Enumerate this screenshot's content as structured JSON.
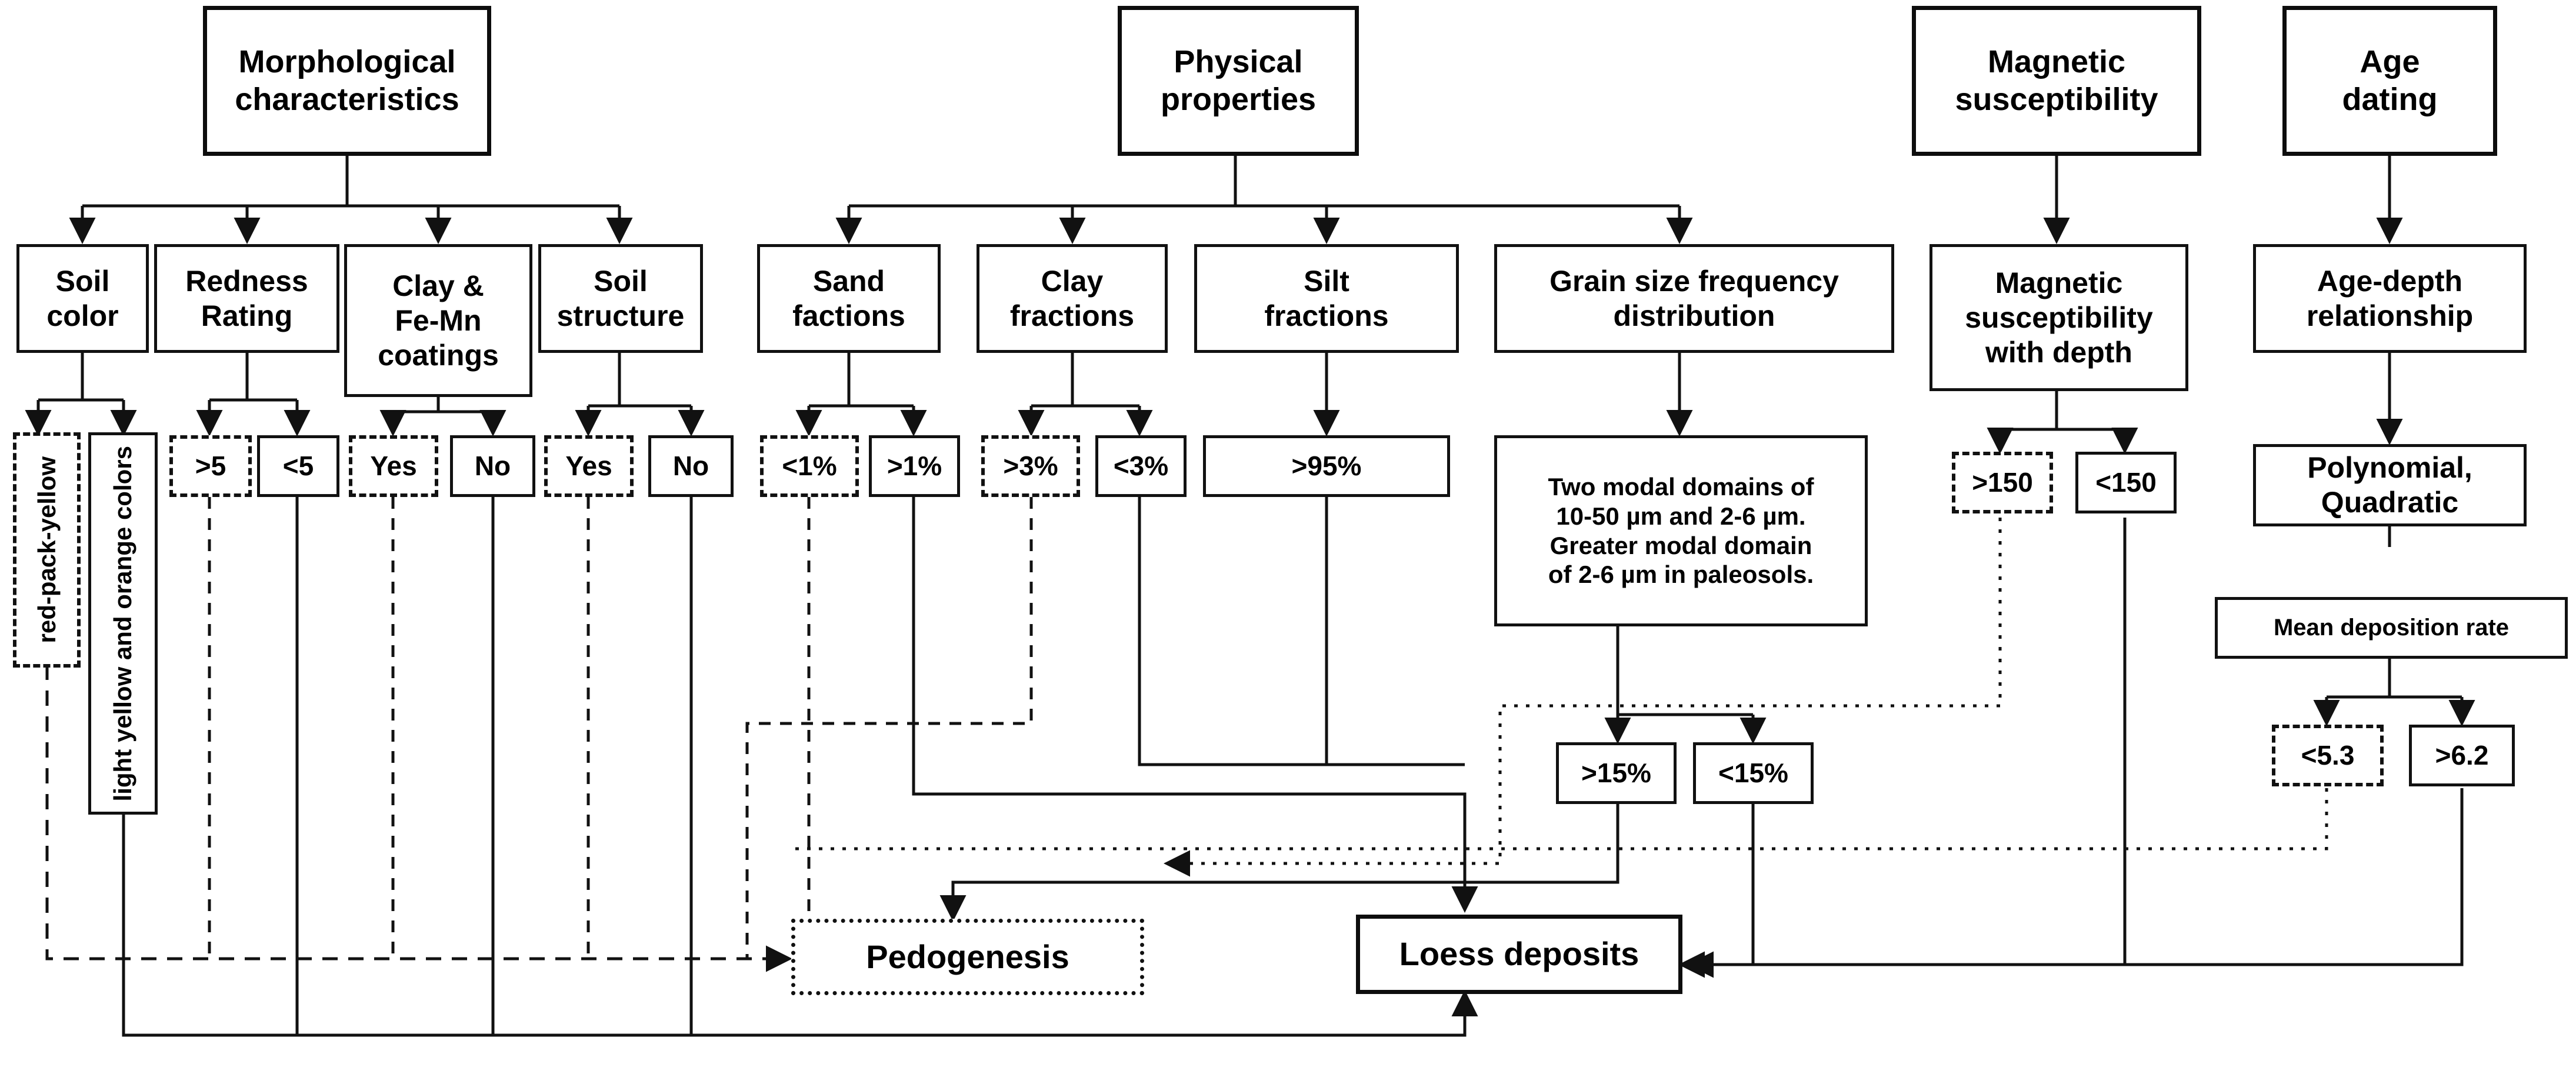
{
  "diagram": {
    "title": "Loess-paleosol identification criteria flowchart",
    "colors": {
      "stroke": "#111111",
      "background": "#ffffff",
      "text": "#000000"
    },
    "line_styles": {
      "solid": "solid",
      "dashed": "dashed",
      "dotted": "dotted"
    }
  },
  "columns": [
    {
      "id": "morphological",
      "header": "Morphological characteristics"
    },
    {
      "id": "physical",
      "header": "Physical properties"
    },
    {
      "id": "magnetic",
      "header": "Magnetic susceptibility"
    },
    {
      "id": "age",
      "header": "Age dating"
    }
  ],
  "headers": {
    "morphological": "Morphological\ncharacteristics",
    "physical": "Physical\nproperties",
    "magnetic": "Magnetic\nsusceptibility",
    "age": "Age\ndating"
  },
  "criteria": [
    {
      "id": "soil-color",
      "label": "Soil\ncolor",
      "parent": "morphological",
      "style": "solid"
    },
    {
      "id": "redness-rating",
      "label": "Redness\nRating",
      "parent": "morphological",
      "style": "solid"
    },
    {
      "id": "clay-femn-coatings",
      "label": "Clay &\nFe-Mn\ncoatings",
      "parent": "morphological",
      "style": "solid"
    },
    {
      "id": "soil-structure",
      "label": "Soil\nstructure",
      "parent": "morphological",
      "style": "solid"
    },
    {
      "id": "sand-factions",
      "label": "Sand\nfactions",
      "parent": "physical",
      "style": "solid"
    },
    {
      "id": "clay-fractions",
      "label": "Clay\nfractions",
      "parent": "physical",
      "style": "solid"
    },
    {
      "id": "silt-fractions",
      "label": "Silt\nfractions",
      "parent": "physical",
      "style": "solid"
    },
    {
      "id": "grain-size-frequency",
      "label": "Grain size frequency\ndistribution",
      "parent": "physical",
      "style": "solid"
    },
    {
      "id": "magnetic-susceptibility-depth",
      "label": "Magnetic\nsusceptibility\nwith depth",
      "parent": "magnetic",
      "style": "solid"
    },
    {
      "id": "age-depth-relationship",
      "label": "Age-depth\nrelationship",
      "parent": "age",
      "style": "solid"
    }
  ],
  "values": [
    {
      "id": "red-pack-yellow",
      "label": "red-pack-yellow",
      "parent": "soil-color",
      "style": "dashed",
      "orientation": "vertical",
      "outcome": "pedogenesis"
    },
    {
      "id": "light-yellow-orange",
      "label": "light yellow and orange colors",
      "parent": "soil-color",
      "style": "solid",
      "orientation": "vertical",
      "outcome": "loess"
    },
    {
      "id": "rr-gt5",
      "label": ">5",
      "parent": "redness-rating",
      "style": "dashed",
      "outcome": "pedogenesis"
    },
    {
      "id": "rr-lt5",
      "label": "<5",
      "parent": "redness-rating",
      "style": "solid",
      "outcome": "loess"
    },
    {
      "id": "coat-yes",
      "label": "Yes",
      "parent": "clay-femn-coatings",
      "style": "dashed",
      "outcome": "pedogenesis"
    },
    {
      "id": "coat-no",
      "label": "No",
      "parent": "clay-femn-coatings",
      "style": "solid",
      "outcome": "loess"
    },
    {
      "id": "struct-yes",
      "label": "Yes",
      "parent": "soil-structure",
      "style": "dashed",
      "outcome": "pedogenesis"
    },
    {
      "id": "struct-no",
      "label": "No",
      "parent": "soil-structure",
      "style": "solid",
      "outcome": "loess"
    },
    {
      "id": "sand-lt1",
      "label": "<1%",
      "parent": "sand-factions",
      "style": "dashed",
      "outcome": "pedogenesis"
    },
    {
      "id": "sand-gt1",
      "label": ">1%",
      "parent": "sand-factions",
      "style": "solid",
      "outcome": "loess"
    },
    {
      "id": "clay-gt3",
      "label": ">3%",
      "parent": "clay-fractions",
      "style": "dashed",
      "outcome": "pedogenesis"
    },
    {
      "id": "clay-lt3",
      "label": "<3%",
      "parent": "clay-fractions",
      "style": "solid",
      "outcome": "loess"
    },
    {
      "id": "silt-gt95",
      "label": ">95%",
      "parent": "silt-fractions",
      "style": "solid",
      "outcome": "loess"
    },
    {
      "id": "two-modal",
      "label": "Two modal domains of 10-50 µm and 2-6 µm. Greater modal domain of 2-6 µm in paleosols.",
      "parent": "grain-size-frequency",
      "style": "solid"
    },
    {
      "id": "clay-gt15",
      "label": ">15%",
      "parent": "two-modal",
      "style": "solid",
      "outcome": "pedogenesis"
    },
    {
      "id": "clay-lt15",
      "label": "<15%",
      "parent": "two-modal",
      "style": "solid",
      "outcome": "loess"
    },
    {
      "id": "ms-gt150",
      "label": ">150",
      "parent": "magnetic-susceptibility-depth",
      "style": "dashed",
      "outcome": "pedogenesis"
    },
    {
      "id": "ms-lt150",
      "label": "<150",
      "parent": "magnetic-susceptibility-depth",
      "style": "solid",
      "outcome": "loess"
    },
    {
      "id": "polynomial-quadratic",
      "label": "Polynomial,\nQuadratic",
      "parent": "age-depth-relationship",
      "style": "solid"
    },
    {
      "id": "mean-deposition-rate",
      "label": "Mean deposition rate",
      "parent": "polynomial-quadratic",
      "style": "solid"
    },
    {
      "id": "rate-lt53",
      "label": "<5.3",
      "parent": "mean-deposition-rate",
      "style": "dashed",
      "outcome": "pedogenesis"
    },
    {
      "id": "rate-gt62",
      "label": ">6.2",
      "parent": "mean-deposition-rate",
      "style": "solid",
      "outcome": "loess"
    }
  ],
  "two_modal_lines": [
    "Two modal domains of",
    "10-50 µm and 2-6 µm.",
    "Greater modal domain",
    "of 2-6 µm in paleosols."
  ],
  "outcomes": [
    {
      "id": "pedogenesis",
      "label": "Pedogenesis",
      "style": "dotted"
    },
    {
      "id": "loess",
      "label": "Loess deposits",
      "style": "solid"
    }
  ],
  "labels": {
    "morphological_l1": "Morphological",
    "morphological_l2": "characteristics",
    "physical_l1": "Physical",
    "physical_l2": "properties",
    "magnetic_l1": "Magnetic",
    "magnetic_l2": "susceptibility",
    "age_l1": "Age",
    "age_l2": "dating",
    "soil_color_l1": "Soil",
    "soil_color_l2": "color",
    "redness_l1": "Redness",
    "redness_l2": "Rating",
    "coat_l1": "Clay &",
    "coat_l2": "Fe-Mn",
    "coat_l3": "coatings",
    "structure_l1": "Soil",
    "structure_l2": "structure",
    "sand_l1": "Sand",
    "sand_l2": "factions",
    "clayfr_l1": "Clay",
    "clayfr_l2": "fractions",
    "silt_l1": "Silt",
    "silt_l2": "fractions",
    "grain_l1": "Grain size frequency",
    "grain_l2": "distribution",
    "msd_l1": "Magnetic",
    "msd_l2": "susceptibility",
    "msd_l3": "with depth",
    "agedepth_l1": "Age-depth",
    "agedepth_l2": "relationship",
    "poly_l1": "Polynomial,",
    "poly_l2": "Quadratic",
    "mean_rate": "Mean deposition rate",
    "red_pack_yellow": "red-pack-yellow",
    "light_yellow_orange": "light yellow and orange colors",
    "gt5": ">5",
    "lt5": "<5",
    "yes_a": "Yes",
    "no_a": "No",
    "yes_b": "Yes",
    "no_b": "No",
    "lt1pct": "<1%",
    "gt1pct": ">1%",
    "gt3pct": ">3%",
    "lt3pct": "<3%",
    "gt95pct": ">95%",
    "gt15pct": ">15%",
    "lt15pct": "<15%",
    "gt150": ">150",
    "lt150": "<150",
    "lt53": "<5.3",
    "gt62": ">6.2",
    "pedogenesis": "Pedogenesis",
    "loess_deposits": "Loess deposits"
  }
}
